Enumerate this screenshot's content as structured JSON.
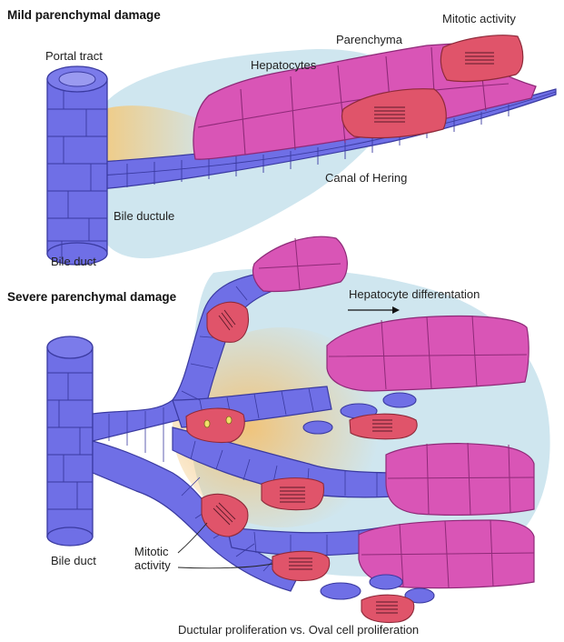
{
  "panels": {
    "mild": {
      "title": "Mild parenchymal damage",
      "labels": {
        "portal_tract": "Portal tract",
        "hepatocytes": "Hepatocytes",
        "parenchyma": "Parenchyma",
        "mitotic_activity": "Mitotic activity",
        "canal_of_hering": "Canal of Hering",
        "bile_ductule": "Bile ductule",
        "bile_duct": "Bile duct"
      }
    },
    "severe": {
      "title": "Severe parenchymal damage",
      "labels": {
        "hepatocyte_differentiation": "Hepatocyte differentation",
        "bile_duct": "Bile duct",
        "mitotic_activity": "Mitotic\nactivity"
      }
    }
  },
  "caption": "Ductular proliferation vs. Oval cell proliferation",
  "colors": {
    "duct_blue": "#6f6fe6",
    "duct_outline": "#3a3aa0",
    "hepatocyte_pink": "#d955b6",
    "hepatocyte_outline": "#8e2a78",
    "mitotic_red": "#e0546a",
    "mesenchyme_blue": "#cfe6ef",
    "mesenchyme_yellow": "#f7d89a"
  }
}
